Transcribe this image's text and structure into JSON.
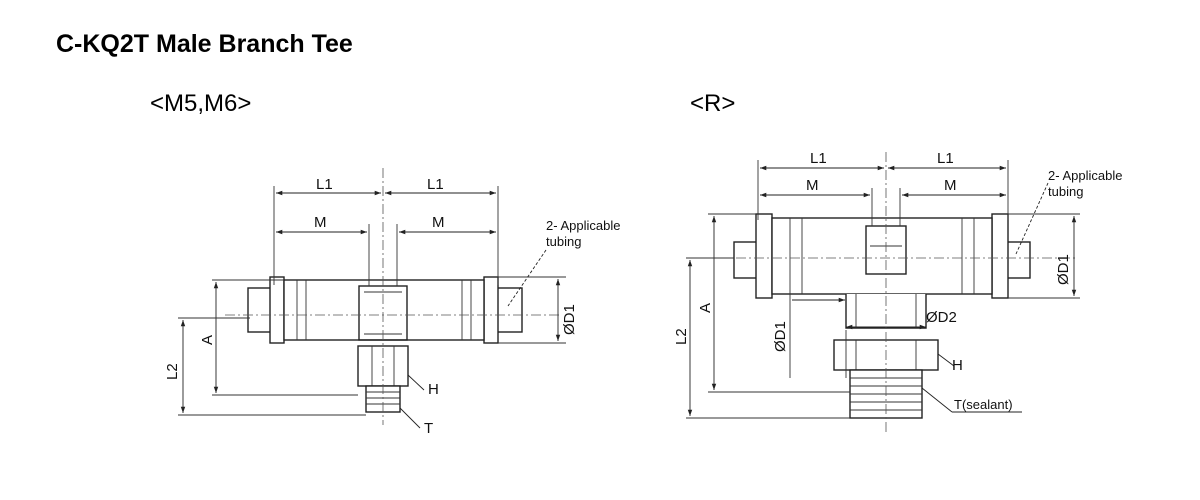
{
  "title": "C-KQ2T Male Branch Tee",
  "variants": {
    "left": {
      "heading": "<M5,M6>",
      "labels": {
        "l1_left": "L1",
        "l1_right": "L1",
        "m_left": "M",
        "m_right": "M",
        "a": "A",
        "l2": "L2",
        "d1": "ØD1",
        "h": "H",
        "t": "T",
        "tubing_line1": "2- Applicable",
        "tubing_line2": "tubing"
      }
    },
    "right": {
      "heading": "<R>",
      "labels": {
        "l1_left": "L1",
        "l1_right": "L1",
        "m_left": "M",
        "m_right": "M",
        "a": "A",
        "l2": "L2",
        "d1_right": "ØD1",
        "d1_bottom": "ØD1",
        "d2": "ØD2",
        "h": "H",
        "t": "T(sealant)",
        "tubing_line1": "2- Applicable",
        "tubing_line2": "tubing"
      }
    }
  }
}
